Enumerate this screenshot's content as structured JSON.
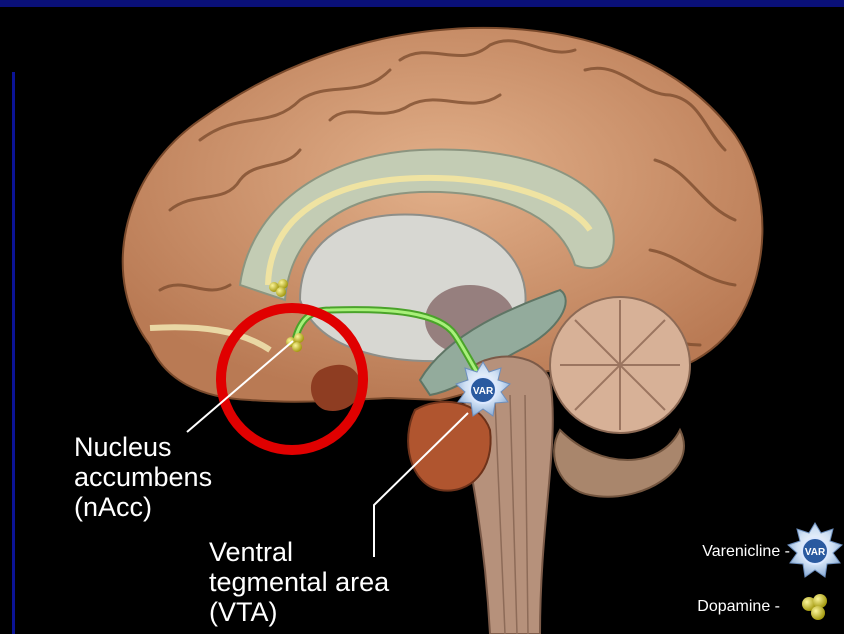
{
  "labels": {
    "nucleus_accumbens": "Nucleus\naccumbens\n(nAcc)",
    "ventral_tegmental_area": "Ventral\ntegmental area\n(VTA)"
  },
  "marker_text": "VAR",
  "legend": {
    "varenicline": "Varenicline -",
    "dopamine": "Dopamine -",
    "var_icon_text": "VAR"
  },
  "colors": {
    "background": "#000000",
    "top_bar": "#0a1078",
    "highlight_circle": "#e00000",
    "dopamine_pathway": "#7fe05a",
    "dopamine_molecule": "#d8d020",
    "var_badge": "#2a5aa0"
  },
  "icons": [
    "brain-illustration",
    "highlight-circle",
    "var-badge-icon",
    "dopamine-molecule-icon"
  ]
}
